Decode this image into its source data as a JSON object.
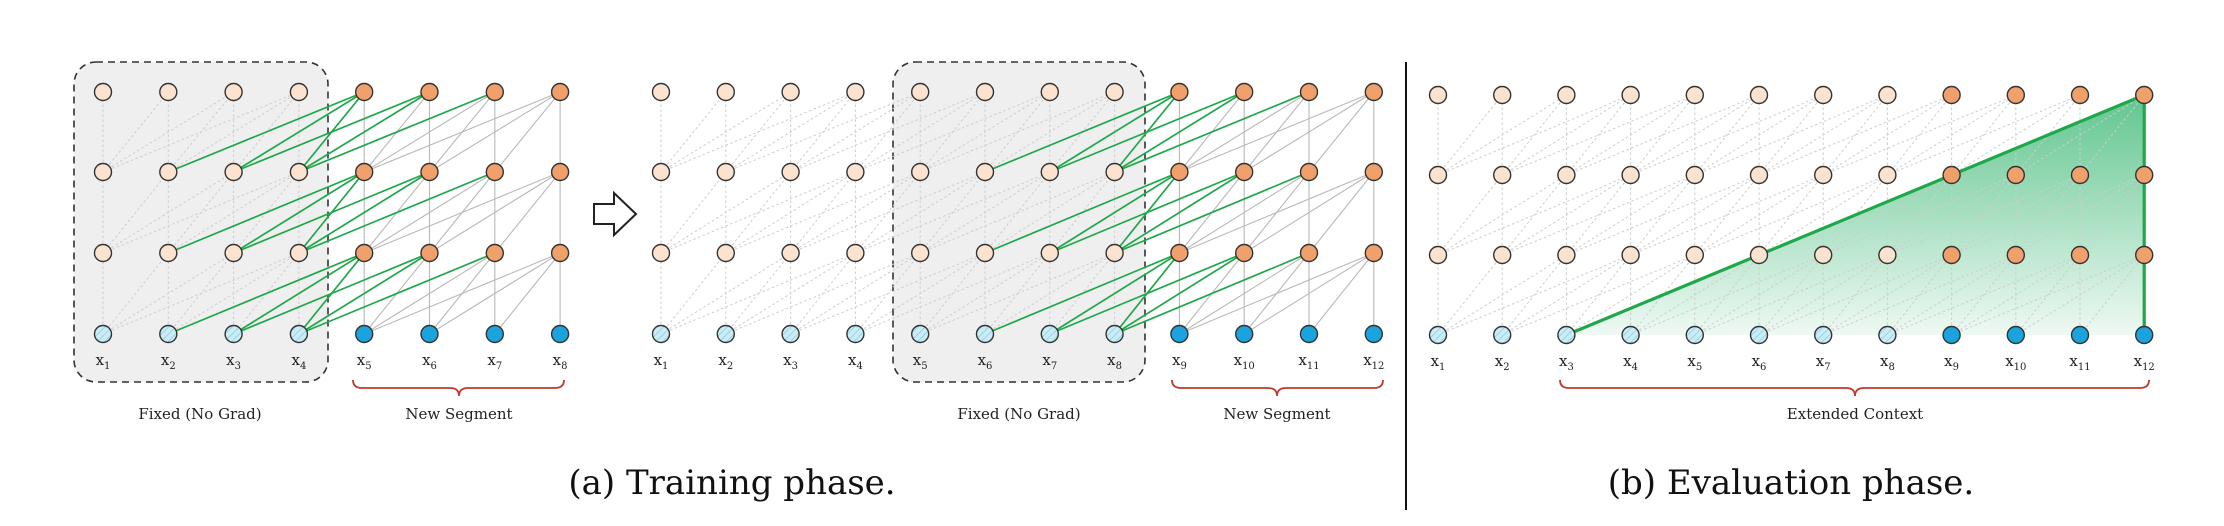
{
  "panel_a": {
    "caption": "(a) Training phase.",
    "left": {
      "tokens": [
        "x1",
        "x2",
        "x3",
        "x4",
        "x5",
        "x6",
        "x7",
        "x8"
      ],
      "fixed_label": "Fixed (No Grad)",
      "new_label": "New Segment"
    },
    "right": {
      "tokens": [
        "x1",
        "x2",
        "x3",
        "x4",
        "x5",
        "x6",
        "x7",
        "x8",
        "x9",
        "x10",
        "x11",
        "x12"
      ],
      "fixed_label": "Fixed (No Grad)",
      "new_label": "New Segment"
    }
  },
  "panel_b": {
    "caption": "(b) Evaluation phase.",
    "tokens": [
      "x1",
      "x2",
      "x3",
      "x4",
      "x5",
      "x6",
      "x7",
      "x8",
      "x9",
      "x10",
      "x11",
      "x12"
    ],
    "context_label": "Extended Context"
  },
  "colors": {
    "hidden_old": "#fbe3d0",
    "hidden_new": "#f0a06a",
    "input_old": "#bfe8f4",
    "input_new": "#1aa3dd",
    "green": "#1fa84a",
    "grey_line": "#c8c8c8",
    "bracket": "#c0392b"
  }
}
